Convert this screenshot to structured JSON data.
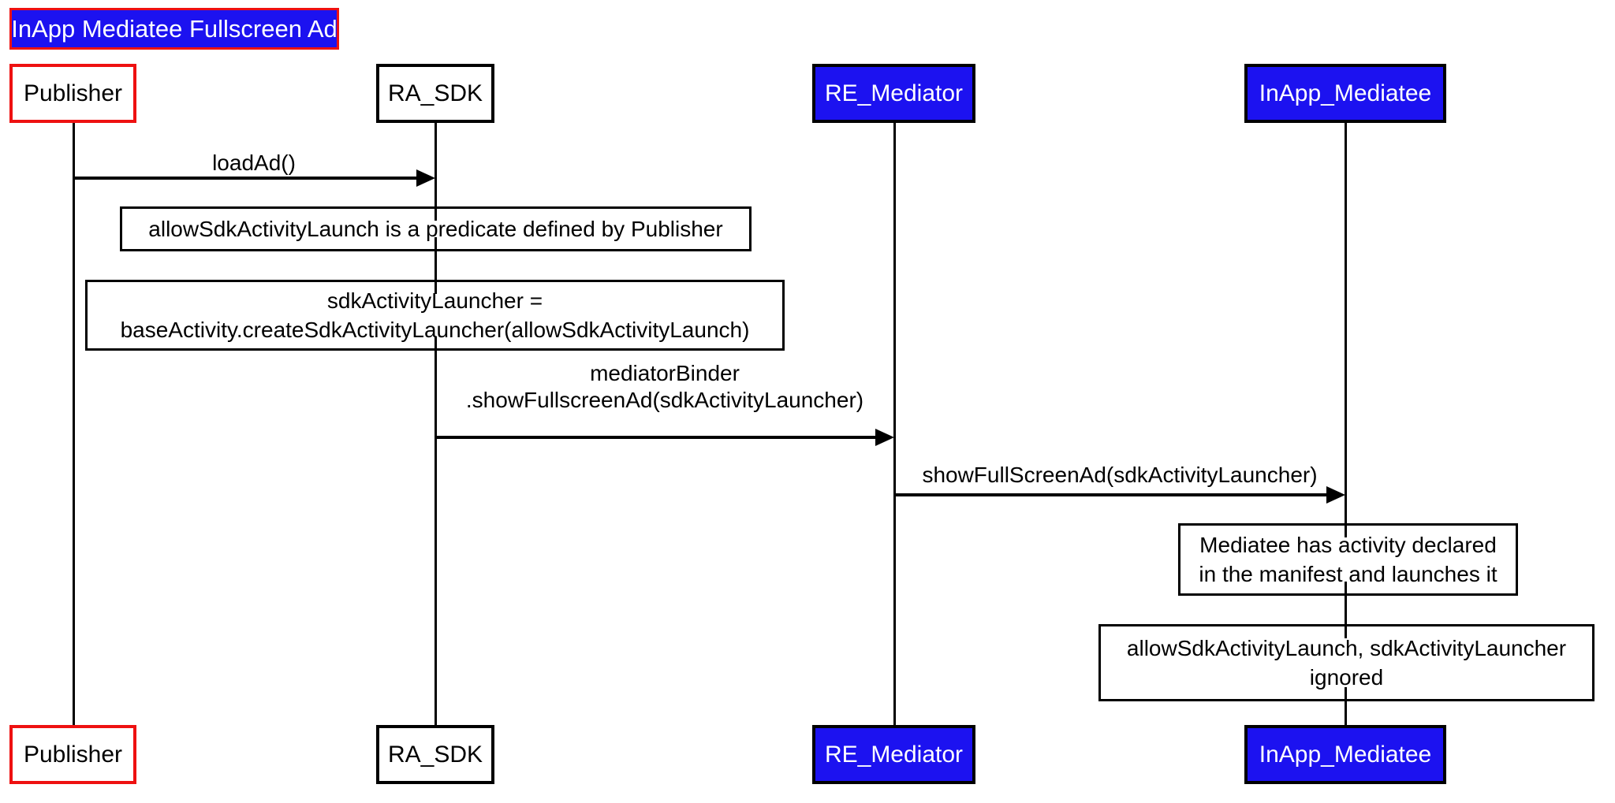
{
  "title": {
    "label": "InApp Mediatee Fullscreen Ad"
  },
  "participants": {
    "publisher": {
      "label": "Publisher",
      "style": "red-outline"
    },
    "ra_sdk": {
      "label": "RA_SDK",
      "style": "black-outline"
    },
    "re_mediator": {
      "label": "RE_Mediator",
      "style": "blue-fill"
    },
    "inapp_mediatee": {
      "label": "InApp_Mediatee",
      "style": "blue-fill"
    }
  },
  "messages": {
    "load_ad": {
      "from": "Publisher",
      "to": "RA_SDK",
      "label": "loadAd()"
    },
    "mediator_binder": {
      "from": "RA_SDK",
      "to": "RE_Mediator",
      "line1": "mediatorBinder",
      "line2": ".showFullscreenAd(sdkActivityLauncher)"
    },
    "show_fullscreen": {
      "from": "RE_Mediator",
      "to": "InApp_Mediatee",
      "label": "showFullScreenAd(sdkActivityLauncher)"
    }
  },
  "notes": {
    "predicate": {
      "line1": "allowSdkActivityLaunch is a predicate defined by Publisher"
    },
    "launcher_assignment": {
      "line1": "sdkActivityLauncher =",
      "line2": "baseActivity.createSdkActivityLauncher(allowSdkActivityLaunch)"
    },
    "manifest": {
      "line1": "Mediatee has activity declared",
      "line2": "in the manifest and launches it"
    },
    "ignored": {
      "line1": "allowSdkActivityLaunch, sdkActivityLauncher",
      "line2": "ignored"
    }
  },
  "colors": {
    "accent_blue": "#1c12f0",
    "accent_red": "#ee1111",
    "line_black": "#000000",
    "background": "#ffffff"
  }
}
